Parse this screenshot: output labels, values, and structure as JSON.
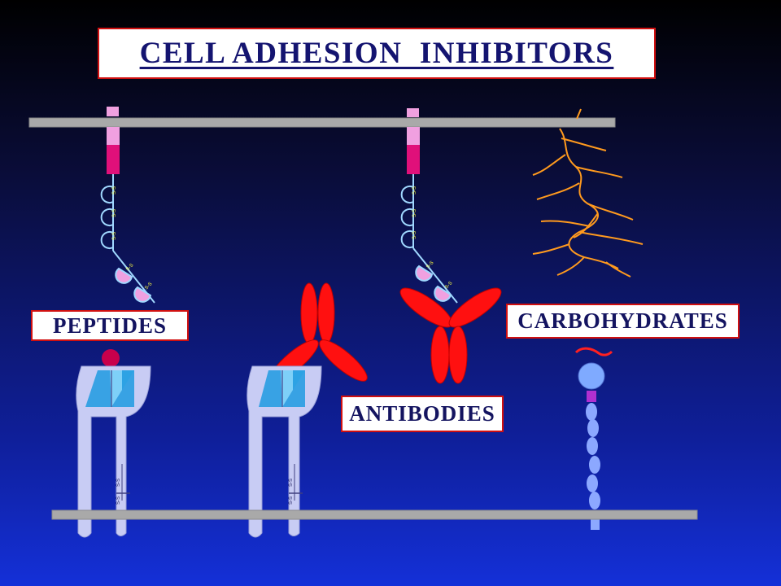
{
  "title": "CELL ADHESION  INHIBITORS",
  "labels": {
    "peptides": "PEPTIDES",
    "antibodies": "ANTIBODIES",
    "carbohydrates": "CARBOHYDRATES"
  },
  "disulfide_marker": "S-S",
  "colors": {
    "membrane": "#a9a9a9",
    "integrin": "#c8ccf4",
    "integrin_head": "#1e9ae0",
    "antibody": "#ff1010",
    "peptide": "#c8004c",
    "glycan": "#ff9a1e",
    "ligand_pink": "#e040a0",
    "ligand_light": "#f0a0e0",
    "domain_loop": "#a0d8ff",
    "carbo_bead": "#8ca8ff",
    "carbo_head": "#7faaff",
    "label_border": "#d01010"
  }
}
